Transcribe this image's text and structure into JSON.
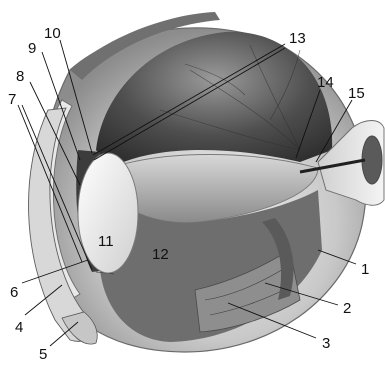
{
  "figure": {
    "type": "anatomical-cutaway",
    "subject": "eyeball",
    "colors": {
      "background": "#ffffff",
      "labels": "#111111",
      "outer_wall": "#9a9a9a",
      "interior": "#6e6e6e",
      "lens": "#ececec",
      "vitreous": "#c8c8c8"
    }
  },
  "labels": [
    "1",
    "2",
    "3",
    "4",
    "5",
    "6",
    "7",
    "8",
    "9",
    "10",
    "11",
    "12",
    "13",
    "14",
    "15"
  ]
}
